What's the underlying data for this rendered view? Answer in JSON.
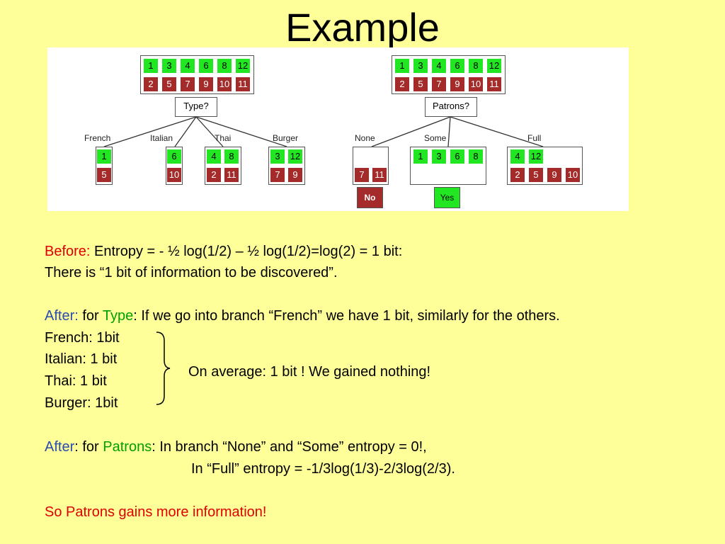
{
  "title": "Example",
  "figure": {
    "root_green": [
      "1",
      "3",
      "4",
      "6",
      "8",
      "12"
    ],
    "root_red": [
      "2",
      "5",
      "7",
      "9",
      "10",
      "11"
    ],
    "left_tree": {
      "question": "Type?",
      "branches": [
        {
          "label": "French",
          "green": [
            "1"
          ],
          "red": [
            "5"
          ]
        },
        {
          "label": "Italian",
          "green": [
            "6"
          ],
          "red": [
            "10"
          ]
        },
        {
          "label": "Thai",
          "green": [
            "4",
            "8"
          ],
          "red": [
            "2",
            "11"
          ]
        },
        {
          "label": "Burger",
          "green": [
            "3",
            "12"
          ],
          "red": [
            "7",
            "9"
          ]
        }
      ]
    },
    "right_tree": {
      "question": "Patrons?",
      "branches": [
        {
          "label": "None",
          "green": [],
          "red": [
            "7",
            "11"
          ]
        },
        {
          "label": "Some",
          "green": [
            "1",
            "3",
            "6",
            "8"
          ],
          "red": []
        },
        {
          "label": "Full",
          "green": [
            "4",
            "12"
          ],
          "red": [
            "2",
            "5",
            "9",
            "10"
          ]
        }
      ],
      "leaf_no": "No",
      "leaf_yes": "Yes"
    }
  },
  "text": {
    "before_label": "Before:",
    "before_formula": " Entropy = - ½ log(1/2) – ½ log(1/2)=log(2) = 1 bit:",
    "before_line2": "There is “1 bit of information to be discovered”.",
    "after1_label": "After:",
    "after1_for": " for ",
    "after1_type": "Type",
    "after1_rest": ": If we go into branch “French” we have 1 bit, similarly for the others.",
    "french": "French: 1bit",
    "italian": "Italian: 1 bit",
    "thai": "Thai: 1 bit",
    "burger": "Burger: 1bit",
    "average": "On average: 1 bit ! We gained nothing!",
    "after2_label": "After",
    "after2_for": ": for ",
    "after2_patrons": "Patrons",
    "after2_rest": ": In branch “None” and “Some” entropy = 0!,",
    "after2_line2": "In “Full” entropy = -1/3log(1/3)-2/3log(2/3).",
    "conclusion": "So Patrons gains more information!"
  },
  "colors": {
    "background": "#ffff99",
    "positive": "#22e622",
    "negative": "#a52a2a",
    "highlight_red": "#e00000",
    "highlight_blue": "#2a4bb0",
    "highlight_green": "#00a000"
  }
}
